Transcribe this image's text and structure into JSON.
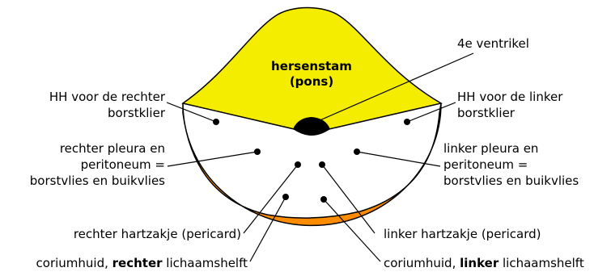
{
  "diagram": {
    "center_label_line1": "hersenstam",
    "center_label_line2": "(pons)",
    "labels": {
      "ventricle": "4e ventrikel",
      "hh_right_line1": "HH voor de rechter",
      "hh_right_line2": "borstklier",
      "hh_left_line1": "HH voor de linker",
      "hh_left_line2": "borstklier",
      "pleura_right_line1": "rechter pleura en",
      "pleura_right_line2": "peritoneum =",
      "pleura_right_line3": "borstvlies en buikvlies",
      "pleura_left_line1": "linker pleura en",
      "pleura_left_line2": "peritoneum =",
      "pleura_left_line3": "borstvlies en buikvlies",
      "pericard_right": "rechter hartzakje (pericard)",
      "pericard_left": "linker hartzakje (pericard)",
      "corium_right_prefix": "coriumhuid, ",
      "corium_right_bold": "rechter",
      "corium_right_suffix": " lichaamshelft",
      "corium_left_prefix": "coriumhuid, ",
      "corium_left_bold": "linker",
      "corium_left_suffix": " lichaamshelft"
    },
    "colors": {
      "brainstem_yellow": "#f5ed00",
      "layer_orange": "#ff8c00",
      "stripe_yellow": "#f5ed00",
      "ventricle_black": "#000000"
    }
  }
}
